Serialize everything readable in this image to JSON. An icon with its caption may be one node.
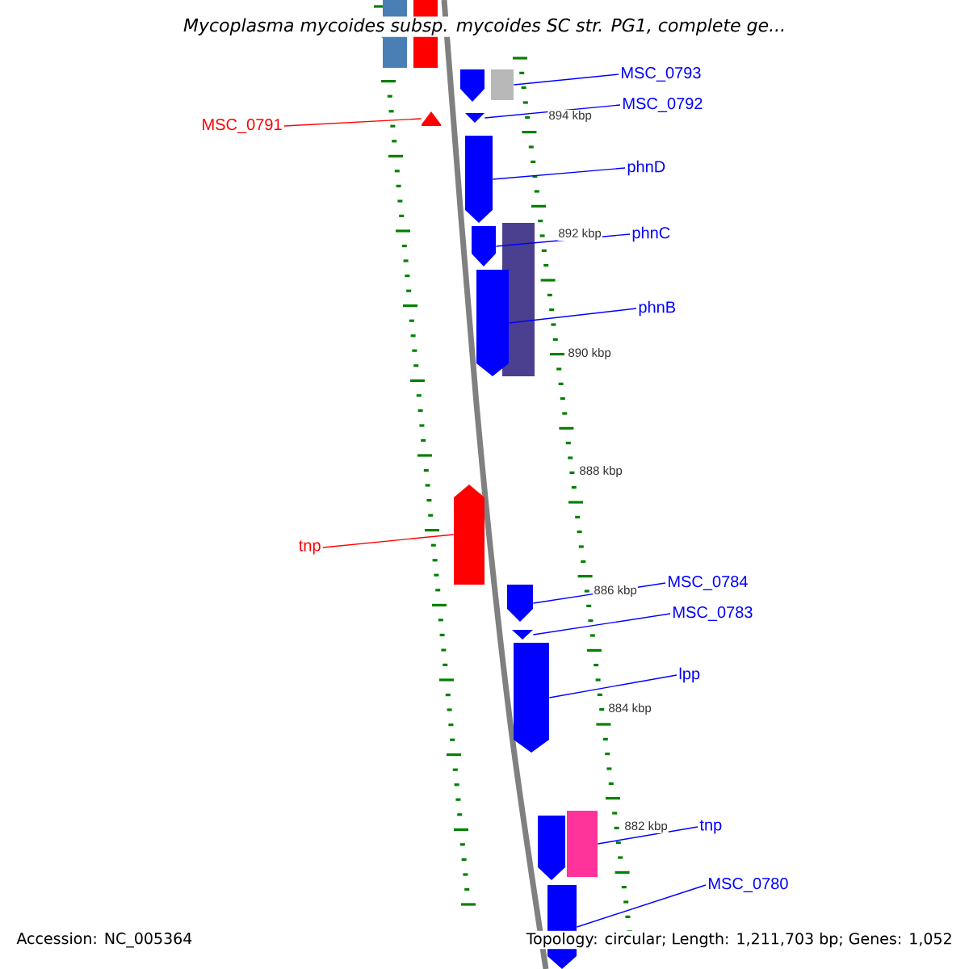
{
  "diagram": {
    "title": "Mycoplasma mycoides subsp. mycoides SC str. PG1, complete ge...",
    "nodes": [
      {
        "text": [],
        "shape": "bar"
      },
      {
        "text": [],
        "shape": "bar"
      },
      {
        "text": [],
        "shape": "bar"
      },
      {
        "text": [],
        "shape": "bar"
      },
      {
        "text": [],
        "shape": "bar"
      },
      {
        "text": [],
        "shape": "bar"
      },
      {
        "text": [],
        "shape": "bar"
      },
      {
        "text": [],
        "shape": "bar"
      },
      {
        "text": [],
        "shape": "bar"
      },
      {
        "text": [],
        "shape": "bar"
      },
      {
        "text": [],
        "shape": "bar"
      },
      {
        "text": [],
        "shape": "bar"
      },
      {
        "text": [],
        "shape": "bar"
      },
      {
        "text": [],
        "shape": "bar"
      },
      {
        "text": [],
        "shape": "bar"
      },
      {
        "text": [],
        "shape": "bar"
      },
      {
        "text": [],
        "shape": "bar"
      },
      {
        "text": [
          "MSC_0793"
        ]
      },
      {
        "text": [
          "MSC_0792"
        ]
      },
      {
        "text": [
          "MSC_0791"
        ]
      },
      {
        "text": [
          "phnD"
        ]
      },
      {
        "text": [
          "phnC"
        ]
      },
      {
        "text": [
          "phnB"
        ]
      },
      {
        "text": [
          "tnp"
        ]
      },
      {
        "text": [
          "MSC_0784"
        ]
      },
      {
        "text": [
          "MSC_0783"
        ]
      },
      {
        "text": [
          "lpp"
        ]
      },
      {
        "text": [
          "tnp"
        ]
      },
      {
        "text": [
          "MSC_0780"
        ]
      }
    ],
    "edges": [
      {
        "from": 17,
        "to": 3,
        "arrow": "none"
      },
      {
        "from": 18,
        "to": 4,
        "arrow": "none"
      },
      {
        "from": 19,
        "to": 5,
        "arrow": "none",
        "color": "#ff0000"
      },
      {
        "from": 20,
        "to": 6,
        "arrow": "none"
      },
      {
        "from": 21,
        "to": 7,
        "arrow": "none"
      },
      {
        "from": 22,
        "to": 9,
        "arrow": "none"
      },
      {
        "from": 23,
        "to": 10,
        "arrow": "none",
        "color": "#ff0000"
      },
      {
        "from": 24,
        "to": 11,
        "arrow": "none"
      },
      {
        "from": 25,
        "to": 12,
        "arrow": "none"
      },
      {
        "from": 26,
        "to": 13,
        "arrow": "none"
      },
      {
        "from": 27,
        "to": 15,
        "arrow": "none"
      },
      {
        "from": 28,
        "to": 16,
        "arrow": "none"
      }
    ],
    "labels": [
      "894 kbp",
      "892 kbp",
      "890 kbp",
      "888 kbp",
      "886 kbp",
      "884 kbp",
      "882 kbp",
      "Accession: NC_005364",
      "Topology: circular; Length: 1,211,703 bp; Genes: 1,052"
    ]
  }
}
